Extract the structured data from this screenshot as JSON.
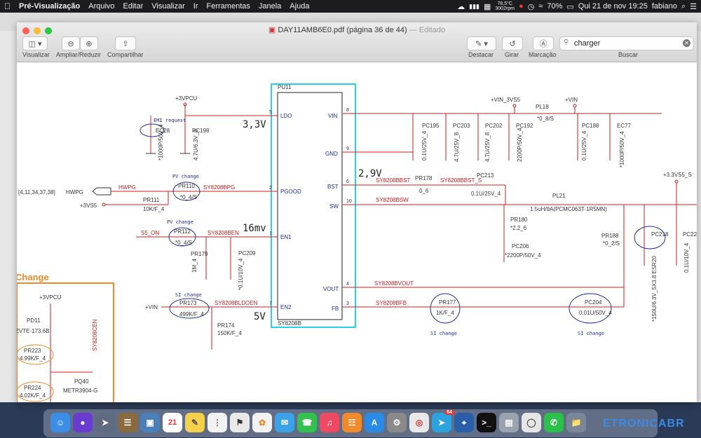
{
  "menubar": {
    "app": "Pré-Visualização",
    "items": [
      "Arquivo",
      "Editar",
      "Visualizar",
      "Ir",
      "Ferramentas",
      "Janela",
      "Ajuda"
    ],
    "temp": "78,5°C",
    "rpm": "3002rpm",
    "battery": "70%",
    "clock": "Qui 21 de nov  19:25",
    "user": "fabiano"
  },
  "window": {
    "title": "DAY11AMB6E0.pdf (página 36 de 44)",
    "edited": "— Editado",
    "toolbar": {
      "view_label": "Visualizar",
      "zoom_label": "Ampliar/Reduzir",
      "share_label": "Compartilhar",
      "highlight_label": "Destacar",
      "rotate_label": "Girar",
      "markup_label": "Marcação",
      "search_label": "Buscar",
      "search_value": "charger"
    }
  },
  "schematic": {
    "chip_ref": "PU11",
    "chip_name": "SY8208B",
    "left_pins": [
      {
        "num": "5",
        "name": "LDO"
      },
      {
        "num": "2",
        "name": "PGOOD"
      },
      {
        "num": "1",
        "name": "EN1"
      },
      {
        "num": "7",
        "name": "EN2"
      }
    ],
    "right_pins": [
      {
        "num": "8",
        "name": "VIN"
      },
      {
        "num": "9",
        "name": "GND"
      },
      {
        "num": "6",
        "name": "BST"
      },
      {
        "num": "10",
        "name": "SW"
      },
      {
        "num": "4",
        "name": "VOUT"
      },
      {
        "num": "3",
        "name": "FB"
      }
    ],
    "annotations": {
      "ldo": "3,3V",
      "bst": "2,9V",
      "en1": "16mv",
      "en2": "5V"
    },
    "rails": {
      "vpcu": "+3VPCU",
      "vin_3vs5": "+VIN_3VS5",
      "vin": "+VIN",
      "vs5": "+3VS5",
      "vs5_s": "+3.3VS5_S",
      "vin_left": "+VIN"
    },
    "nets": {
      "hwpg": "HWPG",
      "hwpg_ref": "[4,11,34,37,38]",
      "hwpg_label": "HWPG",
      "s5_on": "S5_ON",
      "bpg": "SY8208BPG",
      "ben": "SY8208BEN",
      "bldoen": "SY8208BLDOEN",
      "bbst": "SY8208BBST",
      "bbst_s": "SY8208BBST_S",
      "bsw": "SY8208BSW",
      "bvout": "SY8208BVOUT",
      "bfb": "SY8208BFB",
      "bcen": "SY8208CEN"
    },
    "components": {
      "ec28": [
        "EC28",
        "*1000P/50V_4"
      ],
      "pc198": [
        "PC198",
        "4.7U/6.3V_6"
      ],
      "pr110": [
        "PR110",
        "*0_4/S"
      ],
      "pr111": [
        "PR111",
        "10K/F_4"
      ],
      "pr112": [
        "PR112",
        "*0_4/S"
      ],
      "pr179": [
        "PR179",
        "1M_4"
      ],
      "pc209": [
        "PC209",
        "*0.1U/10V_4"
      ],
      "pr173": [
        "PR173",
        "499K/F_4"
      ],
      "pr174": [
        "PR174",
        "150K/F_4"
      ],
      "pc195": [
        "PC195",
        "0.1U/25V_4"
      ],
      "pc203": [
        "PC203",
        "4.7U/25V_8"
      ],
      "pc202": [
        "PC202",
        "4.7U/25V_8"
      ],
      "pc192": [
        "PC192",
        "2200P/50V_4"
      ],
      "pl18": [
        "PL18",
        "*0_8/S"
      ],
      "pc188": [
        "PC188",
        "0.1U/25V_4"
      ],
      "ec77": [
        "EC77",
        "*1000P/50V_4"
      ],
      "pr178": [
        "PR178",
        "0_6"
      ],
      "pc213": [
        "PC213",
        "0.1U/25V_4"
      ],
      "pl21": [
        "PL21",
        "1.5uH/9A(PCMC063T-1R5MN)"
      ],
      "pr180": [
        "PR180",
        "*2.2_6"
      ],
      "pc206": [
        "PC206",
        "*2200P/50V_4"
      ],
      "pr188": [
        "PR188",
        "*0_2/S"
      ],
      "pc218": [
        "PC218",
        "*150U/6.3V_5X3.8 ESR20"
      ],
      "pc22x": [
        "PC22",
        "0.1U/10V_4"
      ],
      "pr177": [
        "PR177",
        "1K/F_4"
      ],
      "pc204": [
        "PC204",
        "0.01U/50V_4"
      ]
    },
    "notes": {
      "emi": "EMI request",
      "pv1": "PV change",
      "pv2": "PV change",
      "si1": "SI change",
      "si2": "SI change",
      "si3": "SI change"
    },
    "change_box": {
      "title": "Change",
      "rail": "+3VPCU",
      "pd11": [
        "PD11",
        "ZVTE-173.6B"
      ],
      "pr223": [
        "PR223",
        "4.99K/F_4"
      ],
      "pr224": [
        "PR224",
        "4.02K/F_4"
      ],
      "pq40": [
        "PQ40",
        "METR3904-G"
      ]
    }
  },
  "dock": {
    "brand": "ETRONICABR",
    "date_day": "21",
    "telegram_badge": "64"
  }
}
